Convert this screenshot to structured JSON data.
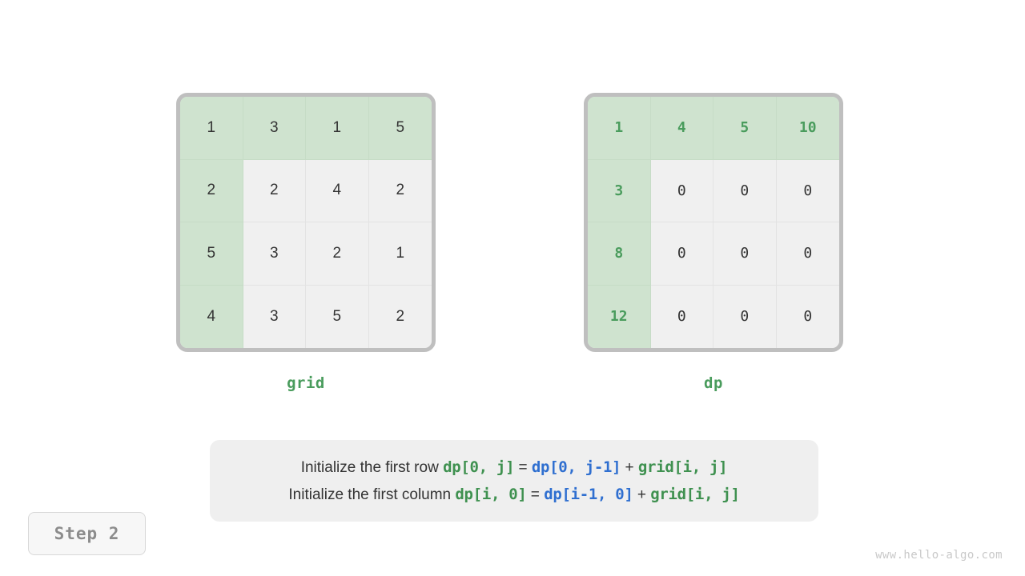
{
  "diagram": {
    "title_implicit": "Minimum path sum dynamic programming initialization",
    "step_badge": "Step 2",
    "watermark": "www.hello-algo.com",
    "colors": {
      "highlight_bg": "#cfe3cf",
      "cell_bg": "#f0f0f0",
      "border": "#bfbfbf",
      "green": "#4a9c5d",
      "formula_green": "#3f9150",
      "formula_blue": "#2f6fd0",
      "text": "#333333",
      "panel_bg": "#efefef",
      "badge_text": "#8c8c8c",
      "watermark": "#c9c9c9"
    }
  },
  "grid_matrix": {
    "caption": "grid",
    "rows": 4,
    "cols": 4,
    "values": [
      [
        "1",
        "3",
        "1",
        "5"
      ],
      [
        "2",
        "2",
        "4",
        "2"
      ],
      [
        "5",
        "3",
        "2",
        "1"
      ],
      [
        "4",
        "3",
        "5",
        "2"
      ]
    ],
    "highlighted_first_row": true,
    "highlighted_first_column": true,
    "value_style": "plain"
  },
  "dp_matrix": {
    "caption": "dp",
    "rows": 4,
    "cols": 4,
    "values": [
      [
        "1",
        "4",
        "5",
        "10"
      ],
      [
        "3",
        "0",
        "0",
        "0"
      ],
      [
        "8",
        "0",
        "0",
        "0"
      ],
      [
        "12",
        "0",
        "0",
        "0"
      ]
    ],
    "highlighted_first_row": true,
    "highlighted_first_column": true,
    "value_style": "mono"
  },
  "formula": {
    "lines": [
      {
        "label": "Initialize the first row ",
        "lhs": "dp[0, j]",
        "eq": " = ",
        "rhs1": "dp[0, j-1]",
        "plus": " + ",
        "rhs2": "grid[i, j]"
      },
      {
        "label": "Initialize the first column ",
        "lhs": "dp[i, 0]",
        "eq": " = ",
        "rhs1": "dp[i-1, 0]",
        "plus": " + ",
        "rhs2": "grid[i, j]"
      }
    ]
  }
}
